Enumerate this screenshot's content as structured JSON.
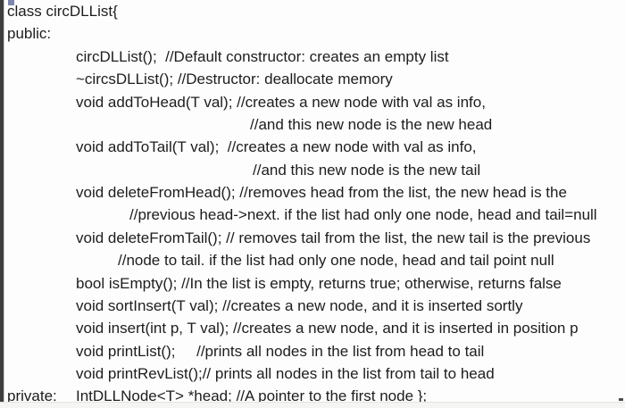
{
  "document": {
    "type": "cpp-class-declaration",
    "lines": [
      {
        "text": "class circDLList{"
      },
      {
        "text": "public:"
      },
      {
        "text": "circDLList();  //Default constructor: creates an empty list"
      },
      {
        "text": "~circsDLList(); //Destructor: deallocate memory"
      },
      {
        "text": "void addToHead(T val); //creates a new node with val as info,"
      },
      {
        "text": "//and this new node is the new head"
      },
      {
        "text": "void addToTail(T val);  //creates a new node with val as info,"
      },
      {
        "text": "//and this new node is the new tail"
      },
      {
        "text": "void deleteFromHead(); //removes head from the list, the new head is the"
      },
      {
        "text": "//previous head->next. if the list had only one node, head and tail=null"
      },
      {
        "text": "void deleteFromTail(); // removes tail from the list, the new tail is the previous"
      },
      {
        "text": "//node to tail. if the list had only one node, head and tail point null"
      },
      {
        "text": "bool isEmpty(); //In the list is empty, returns true; otherwise, returns false"
      },
      {
        "text": "void sortInsert(T val); //creates a new node, and it is inserted sortly"
      },
      {
        "text": "void insert(int p, T val); //creates a new node, and it is inserted in position p"
      },
      {
        "text": "void printList();     //prints all nodes in the list from head to tail"
      },
      {
        "text": "void printRevList();// prints all nodes in the list from tail to head"
      }
    ],
    "private_line": {
      "label": "private:",
      "code": "IntDLLNode<T> *head; //A pointer to the first node };"
    }
  },
  "colors": {
    "text": "#1d1d1d",
    "background": "#fdfdfd",
    "left_bar": "#3e3e3e",
    "marker_square": "#7e86ae"
  }
}
